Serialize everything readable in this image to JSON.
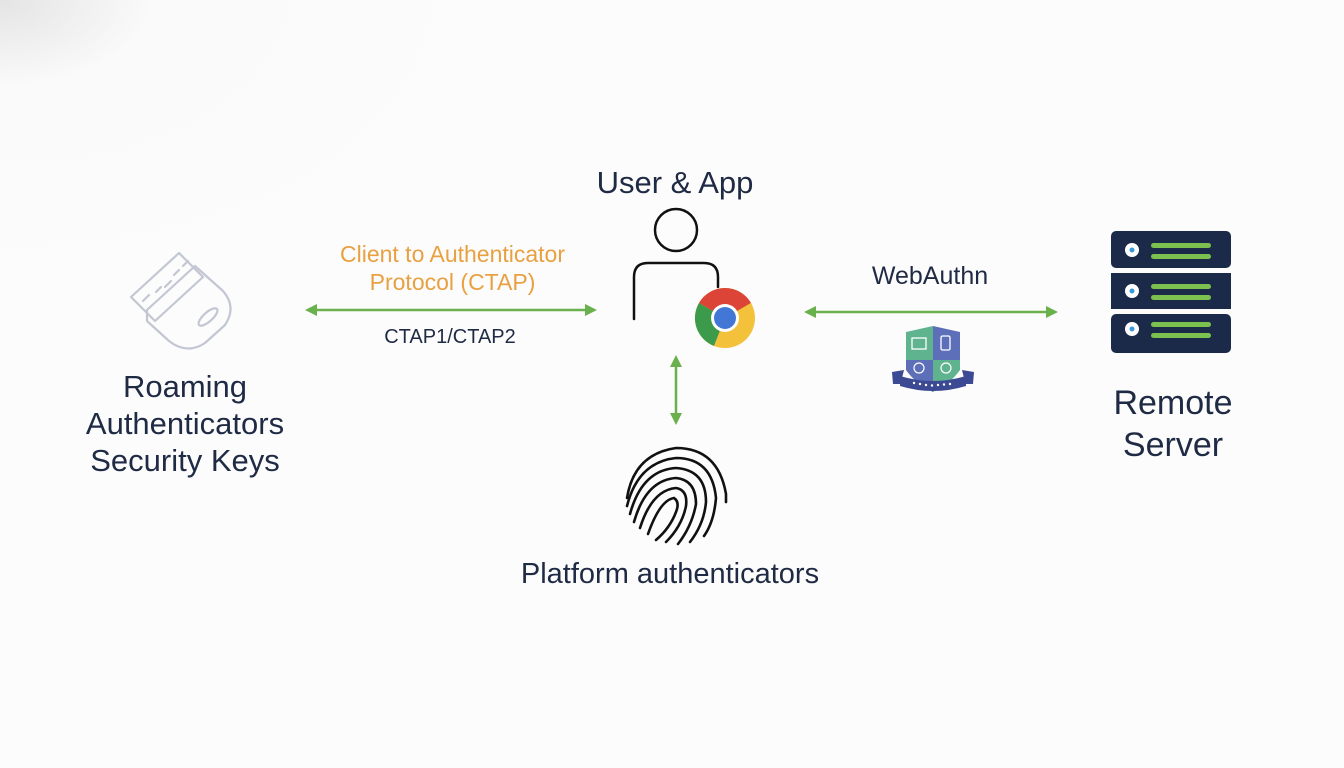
{
  "diagram": {
    "nodes": {
      "roaming": {
        "title_lines": [
          "Roaming",
          "Authenticators",
          "Security Keys"
        ],
        "icon": "security-key-icon"
      },
      "user_app": {
        "title": "User & App",
        "icon": "user-icon",
        "badge_icon": "chrome-browser-icon"
      },
      "platform": {
        "title": "Platform authenticators",
        "icon": "fingerprint-icon"
      },
      "server": {
        "title_lines": [
          "Remote",
          "Server"
        ],
        "icon": "server-rack-icon"
      }
    },
    "edges": {
      "ctap": {
        "title_lines": [
          "Client to Authenticator",
          "Protocol (CTAP)"
        ],
        "sublabel": "CTAP1/CTAP2",
        "direction": "bidirectional"
      },
      "webauthn": {
        "title": "WebAuthn",
        "badge_icon": "webauthn-shield-badge-icon",
        "direction": "bidirectional"
      },
      "platform_link": {
        "direction": "bidirectional"
      }
    },
    "colors": {
      "arrow": "#6ab04c",
      "protocol_text": "#e8a040",
      "text": "#1f2a44",
      "server_body": "#1c2a4a",
      "server_bars": "#7cc04f",
      "key_outline": "#c3c7d4"
    }
  }
}
